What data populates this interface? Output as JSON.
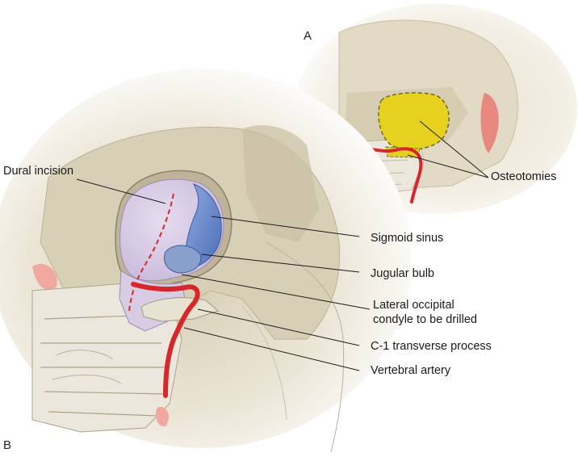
{
  "panels": {
    "a": "A",
    "b": "B"
  },
  "labels": {
    "osteotomies": "Osteotomies",
    "dural_incision": "Dural incision",
    "sigmoid_sinus": "Sigmoid sinus",
    "jugular_bulb": "Jugular bulb",
    "lateral_occipital_line1": "Lateral occipital",
    "lateral_occipital_line2": "condyle to be drilled",
    "c1_transverse": "C-1 transverse process",
    "vertebral_artery": "Vertebral artery"
  },
  "colors": {
    "bone": "#ddd6c2",
    "bone_shadow": "#b9ad90",
    "dura": "#d8cce6",
    "sinus": "#6f8fd0",
    "osteotomy": "#e6d21e",
    "artery": "#d8272b",
    "cartilage": "#f0c0b8"
  }
}
